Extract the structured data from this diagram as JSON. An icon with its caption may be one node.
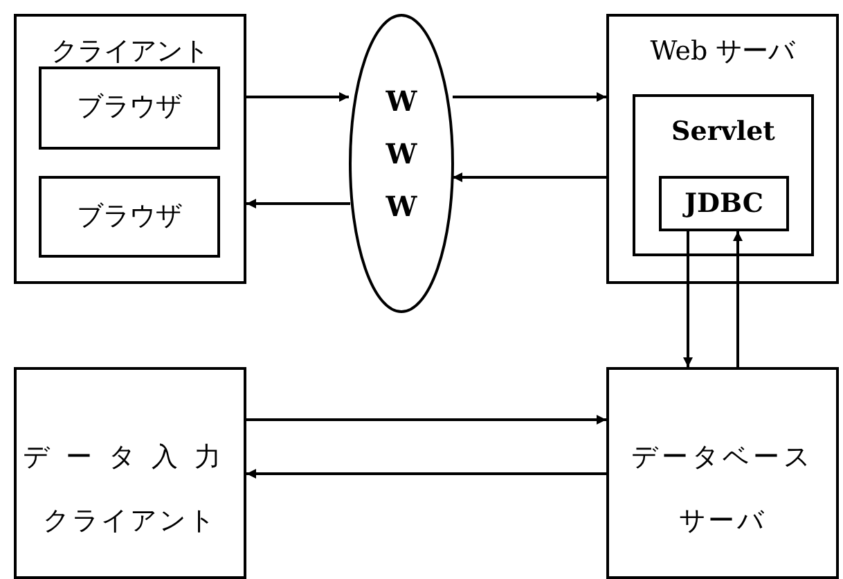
{
  "diagram": {
    "nodes": [
      {
        "text": [
          "クライアント"
        ]
      },
      {
        "text": [
          "ブラウザ"
        ],
        "in": 0
      },
      {
        "text": [
          "ブラウザ"
        ],
        "in": 0
      },
      {
        "text": [
          "W W W"
        ]
      },
      {
        "text": [
          "Web サーバ"
        ]
      },
      {
        "text": [
          "Servlet"
        ],
        "in": 4
      },
      {
        "text": [
          "JDBC"
        ],
        "in": 5
      },
      {
        "text": [
          "データ入力クライアント"
        ]
      },
      {
        "text": [
          "データベースサーバ"
        ]
      }
    ],
    "edges": [
      {
        "from": 0,
        "to": 3,
        "arrow": "to"
      },
      {
        "from": 3,
        "to": 0,
        "arrow": "to"
      },
      {
        "from": 3,
        "to": 4,
        "arrow": "to"
      },
      {
        "from": 4,
        "to": 3,
        "arrow": "to"
      },
      {
        "from": 6,
        "to": 8,
        "arrow": "to"
      },
      {
        "from": 8,
        "to": 6,
        "arrow": "to"
      },
      {
        "from": 7,
        "to": 8,
        "arrow": "to"
      },
      {
        "from": 8,
        "to": 7,
        "arrow": "to"
      }
    ]
  }
}
